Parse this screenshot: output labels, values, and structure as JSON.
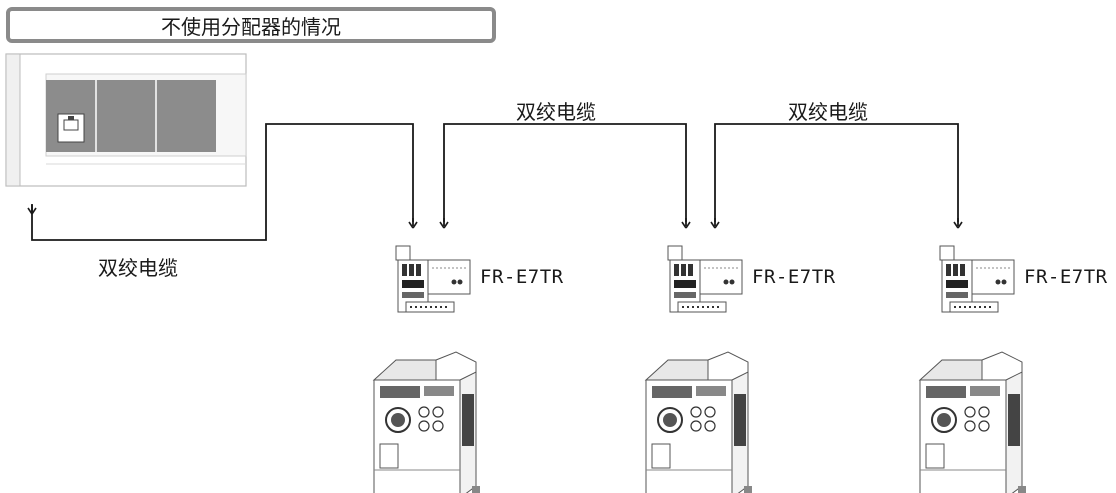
{
  "header": {
    "title": "不使用分配器的情况"
  },
  "cables": [
    {
      "label": "双绞电缆"
    },
    {
      "label": "双绞电缆"
    },
    {
      "label": "双绞电缆"
    }
  ],
  "converters": [
    {
      "model": "FR-E7TR"
    },
    {
      "model": "FR-E7TR"
    },
    {
      "model": "FR-E7TR"
    }
  ],
  "colors": {
    "line": "#1a1a1a",
    "frame": "#8a8a8a",
    "device_dark": "#7a7a7a"
  }
}
